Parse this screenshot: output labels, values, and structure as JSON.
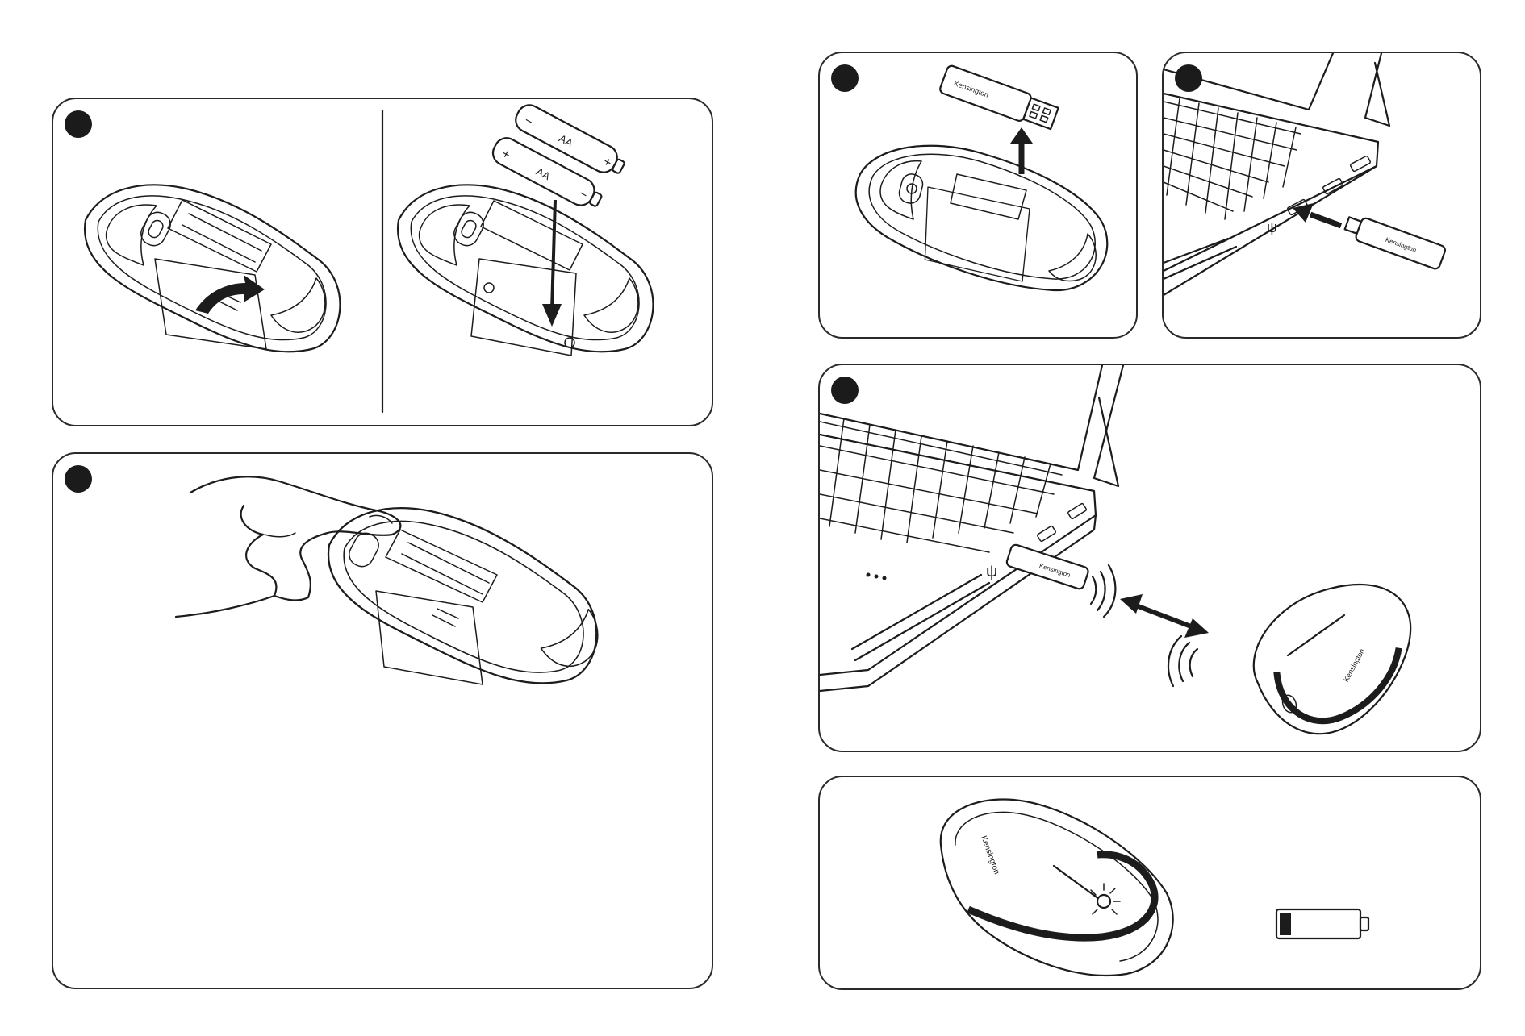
{
  "steps": [
    {
      "id": "step-1",
      "number": ""
    },
    {
      "id": "step-2",
      "number": ""
    },
    {
      "id": "step-3",
      "number": ""
    },
    {
      "id": "step-4",
      "number": ""
    },
    {
      "id": "step-5",
      "number": ""
    }
  ],
  "battery_labels": {
    "cell_a": "AA",
    "cell_b": "AA",
    "plus": "+",
    "minus": "−"
  },
  "brand": {
    "dongle_text": "Kensington",
    "mouse_text": "Kensington"
  },
  "usb_symbol": "ψ",
  "colors": {
    "ink": "#1c1c1c",
    "background": "#ffffff"
  },
  "icons": [
    "open-arrow-icon",
    "insert-arrow-icon",
    "remove-arrow-icon",
    "plug-arrow-icon",
    "pair-arrow-icon",
    "wireless-signal-icon",
    "low-battery-icon",
    "usb-icon",
    "finger-hand-icon"
  ]
}
